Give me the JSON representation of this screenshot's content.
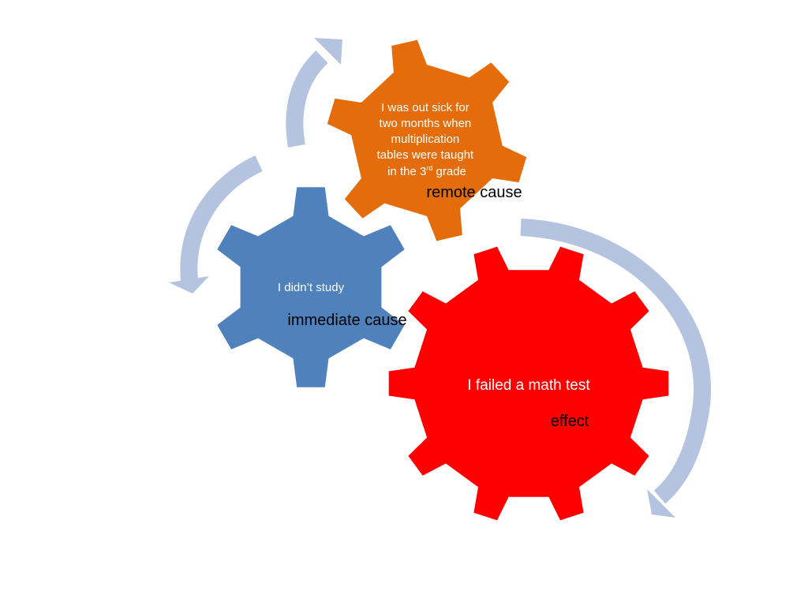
{
  "diagram": {
    "colors": {
      "remote_gear": "#E46C0A",
      "immediate_gear": "#4F81BD",
      "effect_gear": "#FF0000",
      "arrow": "#B4C3DF",
      "gear_text": "#FFFFFF",
      "label_text": "#000000"
    },
    "remote": {
      "text_lines": [
        "I was out sick for",
        "two months when",
        "multiplication",
        "tables were taught"
      ],
      "last_line_prefix": "in the 3",
      "last_line_sup": "rd",
      "last_line_suffix": " grade",
      "label": "remote cause"
    },
    "immediate": {
      "text": "I didn’t study",
      "label": "immediate cause"
    },
    "effect": {
      "text": "I failed a math test",
      "label": "effect"
    }
  }
}
